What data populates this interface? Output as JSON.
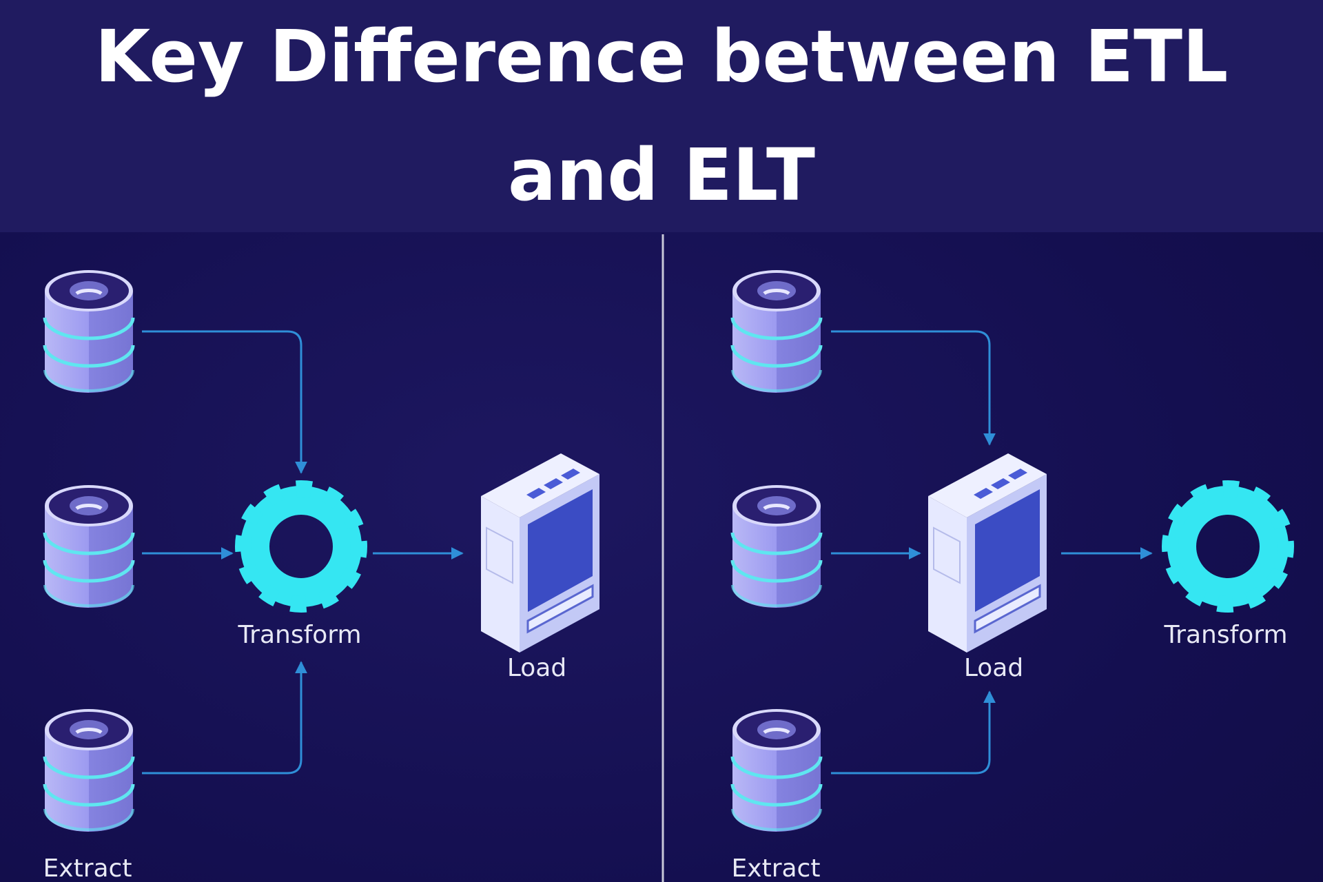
{
  "title": {
    "line1": "Key Difference between ETL",
    "line2": "and ELT"
  },
  "etl": {
    "transform_label": "Transform",
    "load_label": "Load",
    "extract_label": "Extract"
  },
  "elt": {
    "transform_label": "Transform",
    "load_label": "Load",
    "extract_label": "Extract"
  },
  "colors": {
    "header_bg": "#201b60",
    "body_bg": "#140f4f",
    "gear": "#35e6f2",
    "arrow": "#2f8fd8",
    "text": "#ffffff"
  },
  "icons": [
    "database-icon",
    "gear-icon",
    "server-icon",
    "arrow-icon"
  ]
}
